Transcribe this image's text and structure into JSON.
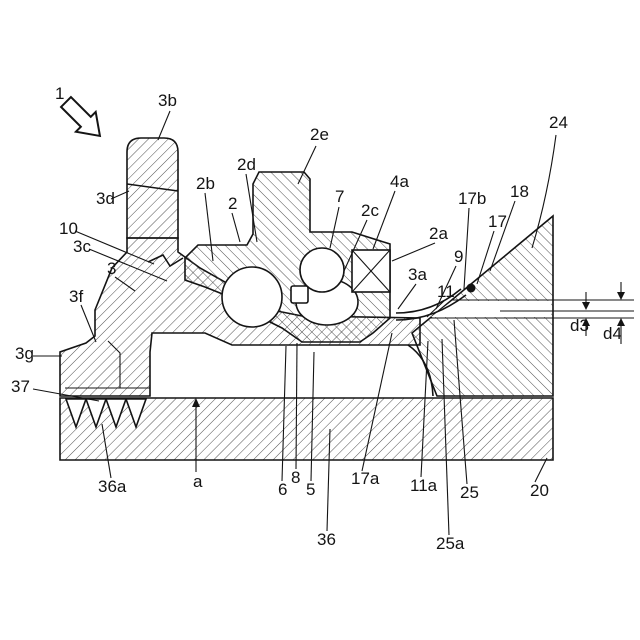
{
  "figure": {
    "title": "Patent-style cross-section drawing of a wheel hub bearing unit with seal",
    "background": "#ffffff",
    "line_color": "#141414",
    "hatch_color": "#3c3c3c",
    "labels": {
      "n1": "1",
      "n2": "2",
      "n3": "3",
      "n5": "5",
      "n6": "6",
      "n7": "7",
      "n8": "8",
      "n9": "9",
      "n10": "10",
      "n11": "11",
      "n17": "17",
      "n18": "18",
      "n20": "20",
      "n24": "24",
      "n25": "25",
      "n36": "36",
      "n37": "37",
      "n2a": "2a",
      "n2b": "2b",
      "n2c": "2c",
      "n2d": "2d",
      "n2e": "2e",
      "n3a": "3a",
      "n3b": "3b",
      "n3c": "3c",
      "n3d": "3d",
      "n3f": "3f",
      "n3g": "3g",
      "n4a": "4a",
      "n11a": "11a",
      "n17a": "17a",
      "n17b": "17b",
      "n25a": "25a",
      "n36a": "36a",
      "na": "a",
      "nd3": "d3",
      "nd4": "d4"
    }
  }
}
